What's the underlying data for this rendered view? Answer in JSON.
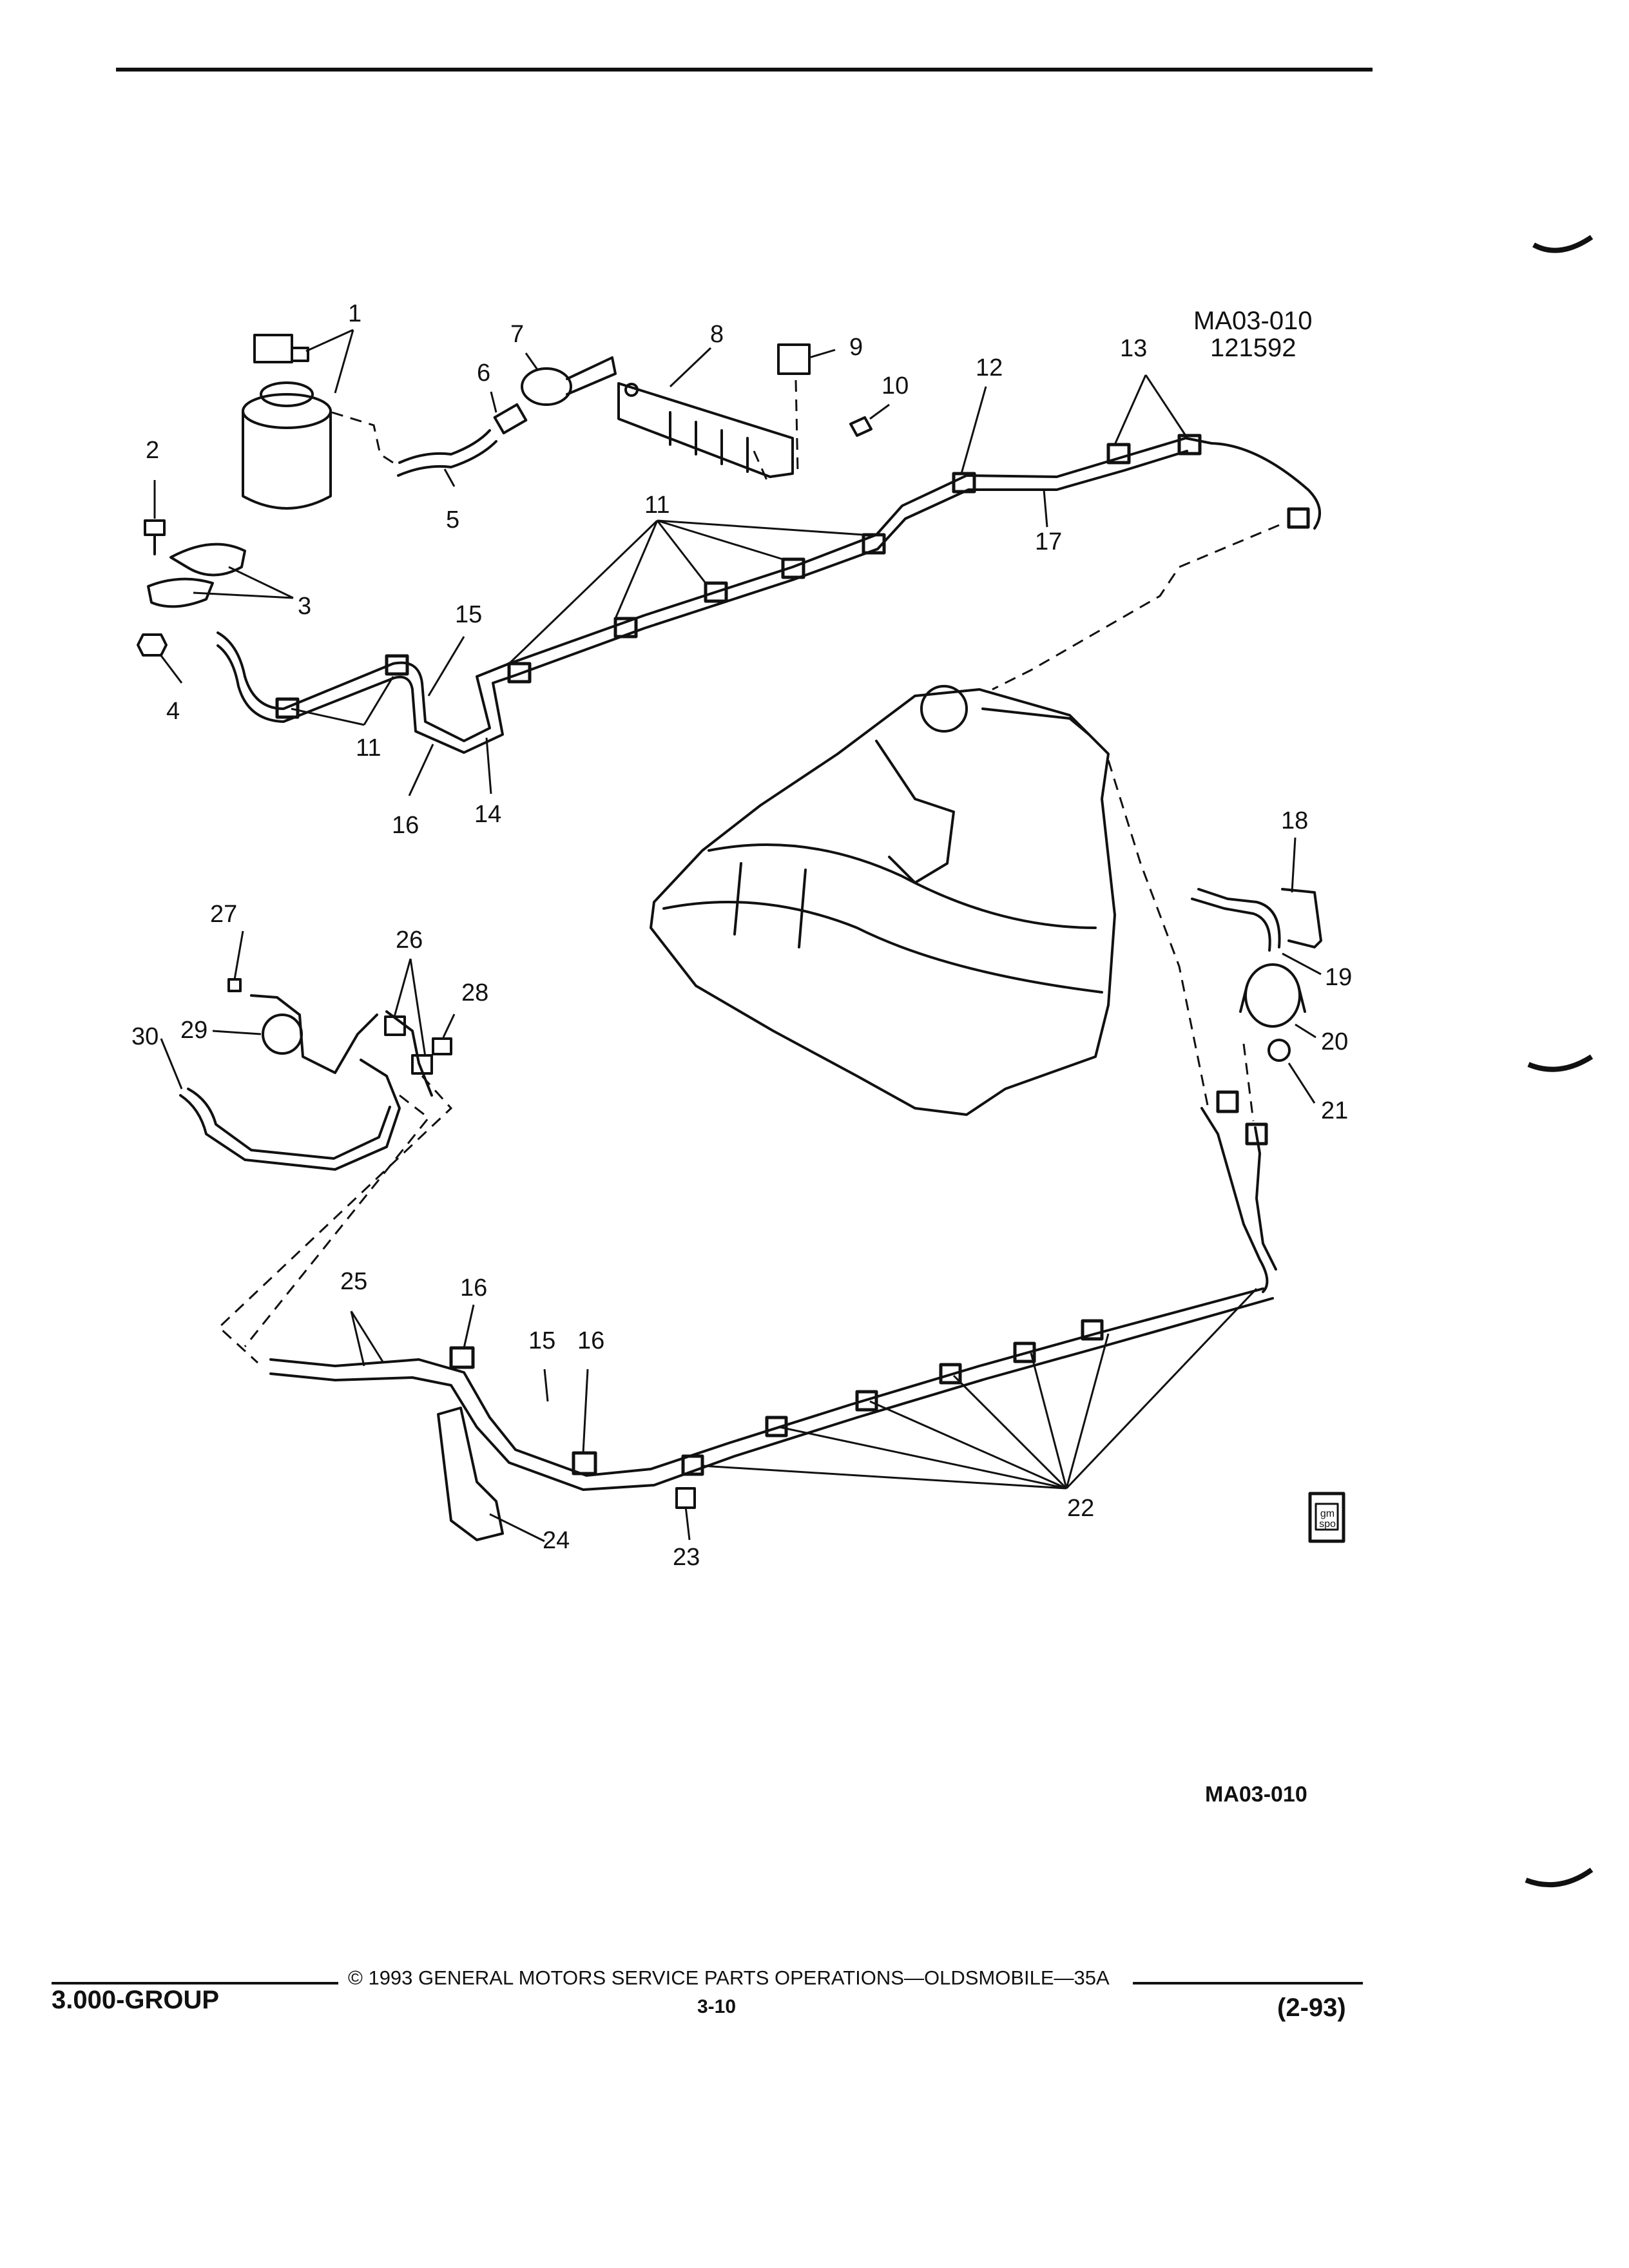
{
  "diagram": {
    "figure_id": "MA03-010",
    "figure_date": "121592",
    "bottom_ref": "MA03-010",
    "callouts": [
      "1",
      "2",
      "3",
      "4",
      "5",
      "6",
      "7",
      "8",
      "9",
      "10",
      "11",
      "11",
      "11",
      "12",
      "13",
      "14",
      "15",
      "15",
      "16",
      "16",
      "16",
      "17",
      "18",
      "19",
      "20",
      "21",
      "22",
      "23",
      "24",
      "25",
      "26",
      "27",
      "28",
      "29",
      "30"
    ],
    "logo_text": "gm spo"
  },
  "footer": {
    "group": "3.000-GROUP",
    "copyright": "© 1993 GENERAL MOTORS SERVICE PARTS OPERATIONS—OLDSMOBILE—35A",
    "page": "3-10",
    "date": "(2-93)"
  }
}
